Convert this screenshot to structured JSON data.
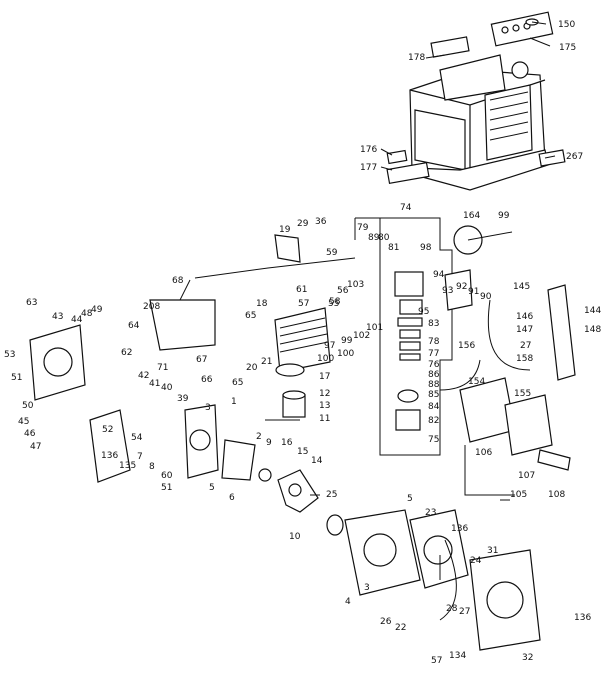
{
  "diagram": {
    "labels": [
      "150",
      "175",
      "178",
      "176",
      "177",
      "267",
      "74",
      "164",
      "99",
      "79",
      "89",
      "80",
      "81",
      "98",
      "19",
      "29",
      "36",
      "59",
      "56",
      "55",
      "61",
      "57",
      "58",
      "103",
      "68",
      "18",
      "208",
      "64",
      "43",
      "44",
      "48",
      "49",
      "63",
      "53",
      "62",
      "65",
      "67",
      "71",
      "66",
      "65",
      "20",
      "21",
      "100",
      "97",
      "99",
      "100",
      "102",
      "101",
      "94",
      "93",
      "92",
      "91",
      "90",
      "95",
      "83",
      "78",
      "77",
      "76",
      "86",
      "88",
      "85",
      "84",
      "82",
      "75",
      "145",
      "144",
      "146",
      "147",
      "148",
      "27",
      "156",
      "158",
      "155",
      "154",
      "17",
      "12",
      "13",
      "11",
      "16",
      "15",
      "14",
      "25",
      "10",
      "42",
      "41",
      "40",
      "39",
      "3",
      "1",
      "2",
      "9",
      "54",
      "7",
      "8",
      "60",
      "51",
      "5",
      "6",
      "52",
      "136",
      "135",
      "51",
      "50",
      "45",
      "46",
      "47",
      "106",
      "107",
      "108",
      "105",
      "5",
      "23",
      "136",
      "31",
      "24",
      "3",
      "4",
      "26",
      "27",
      "22",
      "28",
      "136",
      "57",
      "134",
      "32"
    ]
  }
}
